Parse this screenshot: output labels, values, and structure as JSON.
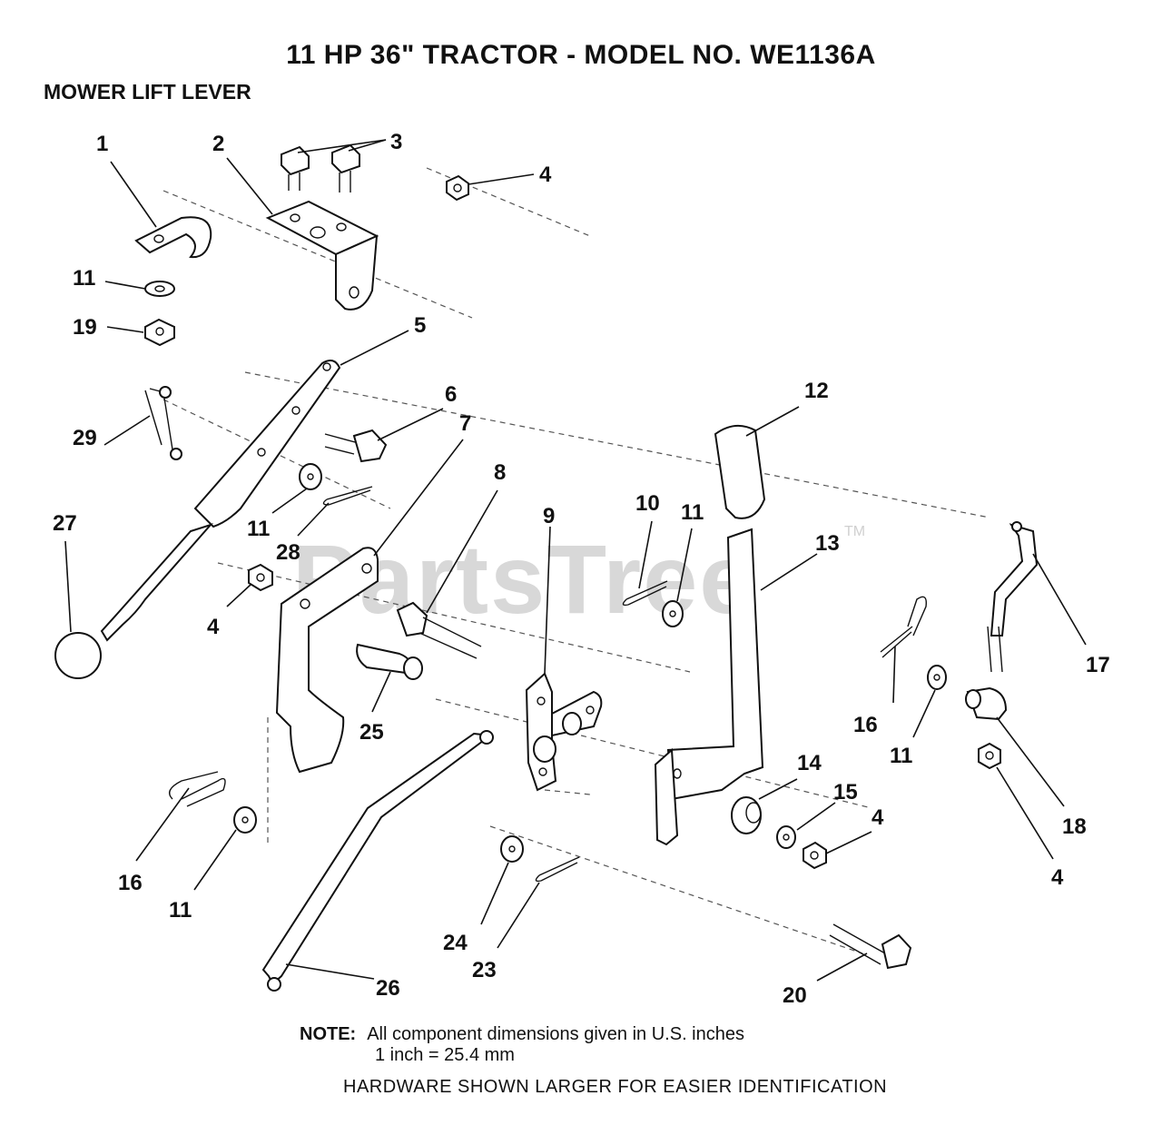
{
  "title": "11 HP 36\" TRACTOR - MODEL NO. WE1136A",
  "subtitle": "MOWER LIFT LEVER",
  "watermark": "PartsTree",
  "watermark_tm": "TM",
  "note": {
    "label": "NOTE:",
    "line1": "All component dimensions given in U.S. inches",
    "line2": "1 inch = 25.4 mm"
  },
  "hardware_note": "HARDWARE SHOWN LARGER FOR EASIER IDENTIFICATION",
  "callouts": [
    {
      "id": "c1",
      "text": "1"
    },
    {
      "id": "c2",
      "text": "2"
    },
    {
      "id": "c3",
      "text": "3"
    },
    {
      "id": "c4a",
      "text": "4"
    },
    {
      "id": "c4b",
      "text": "4"
    },
    {
      "id": "c4c",
      "text": "4"
    },
    {
      "id": "c4d",
      "text": "4"
    },
    {
      "id": "c5",
      "text": "5"
    },
    {
      "id": "c6",
      "text": "6"
    },
    {
      "id": "c7",
      "text": "7"
    },
    {
      "id": "c8",
      "text": "8"
    },
    {
      "id": "c9",
      "text": "9"
    },
    {
      "id": "c10",
      "text": "10"
    },
    {
      "id": "c11a",
      "text": "11"
    },
    {
      "id": "c11b",
      "text": "11"
    },
    {
      "id": "c11c",
      "text": "11"
    },
    {
      "id": "c11d",
      "text": "11"
    },
    {
      "id": "c11e",
      "text": "11"
    },
    {
      "id": "c12",
      "text": "12"
    },
    {
      "id": "c13",
      "text": "13"
    },
    {
      "id": "c14",
      "text": "14"
    },
    {
      "id": "c15",
      "text": "15"
    },
    {
      "id": "c16a",
      "text": "16"
    },
    {
      "id": "c16b",
      "text": "16"
    },
    {
      "id": "c17",
      "text": "17"
    },
    {
      "id": "c18",
      "text": "18"
    },
    {
      "id": "c19",
      "text": "19"
    },
    {
      "id": "c20",
      "text": "20"
    },
    {
      "id": "c23",
      "text": "23"
    },
    {
      "id": "c24",
      "text": "24"
    },
    {
      "id": "c25",
      "text": "25"
    },
    {
      "id": "c26",
      "text": "26"
    },
    {
      "id": "c27",
      "text": "27"
    },
    {
      "id": "c28",
      "text": "28"
    },
    {
      "id": "c29",
      "text": "29"
    }
  ]
}
